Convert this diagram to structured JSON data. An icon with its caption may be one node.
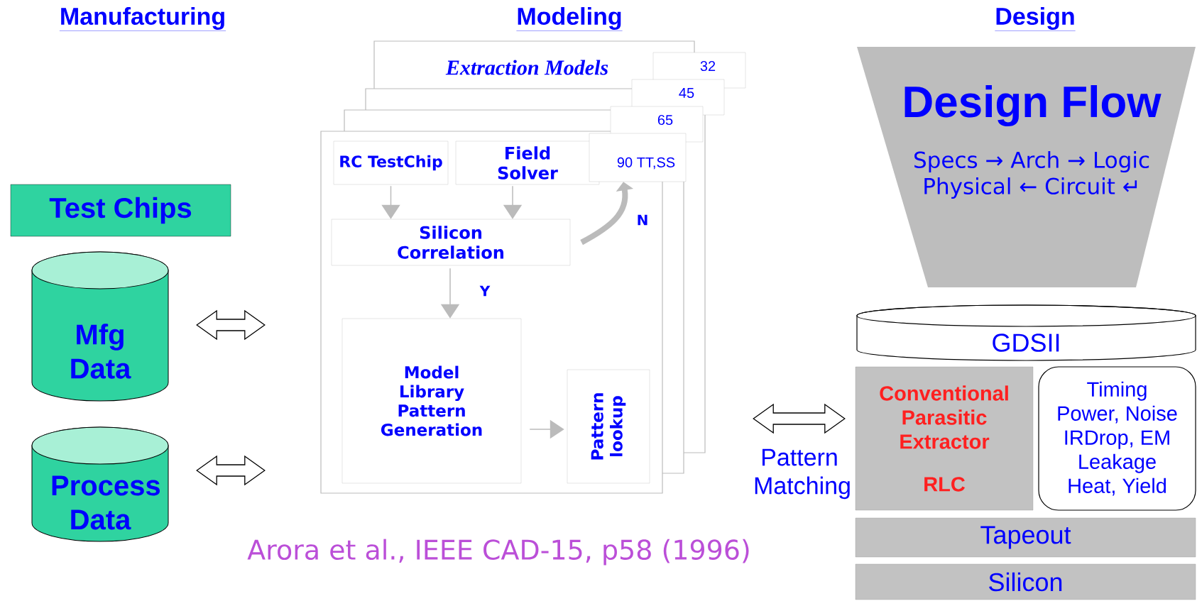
{
  "diagram": {
    "nodes": [
      {
        "text": [
          "Test Chips"
        ]
      },
      {
        "text": [
          "Mfg Data"
        ]
      },
      {
        "text": [
          "Process Data"
        ]
      },
      {
        "text": [
          "Extraction Models"
        ]
      },
      {
        "text": [
          "RC TestChip"
        ],
        "in": 3
      },
      {
        "text": [
          "Field Solver"
        ],
        "in": 3
      },
      {
        "text": [
          "32"
        ]
      },
      {
        "text": [
          "45"
        ]
      },
      {
        "text": [
          "65"
        ]
      },
      {
        "text": [
          "90 TT,SS"
        ],
        "in": 3
      },
      {
        "text": [
          "Silicon Correlation"
        ],
        "in": 3
      },
      {
        "text": [
          "Model Library Pattern Generation"
        ],
        "in": 3
      },
      {
        "text": [
          "Pattern lookup"
        ],
        "in": 3
      },
      {
        "text": [
          "Design Flow",
          "Specs → Arch → Logic Physical ← Circuit ↵"
        ]
      },
      {
        "text": [
          "GDSII"
        ]
      },
      {
        "text": [
          "Conventional Parasitic Extractor",
          "RLC"
        ]
      },
      {
        "text": [
          "Timing",
          "Power, Noise",
          "IRDrop, EM",
          "Leakage",
          "Heat, Yield"
        ]
      },
      {
        "text": [
          "Tapeout"
        ]
      },
      {
        "text": [
          "Silicon"
        ]
      }
    ],
    "edges": [
      {
        "from": 4,
        "to": 10,
        "arrow": "to"
      },
      {
        "from": 5,
        "to": 10,
        "arrow": "to"
      },
      {
        "from": 10,
        "to": 9,
        "arrow": "to",
        "label": "N",
        "style": "thick"
      },
      {
        "from": 10,
        "to": 11,
        "arrow": "to",
        "label": "Y"
      },
      {
        "from": 11,
        "to": 12,
        "arrow": "to"
      },
      {
        "from": 1,
        "to": 3,
        "arrow": "both",
        "color": "#000000"
      },
      {
        "from": 2,
        "to": 3,
        "arrow": "both",
        "color": "#000000"
      },
      {
        "from": 3,
        "to": 15,
        "arrow": "both",
        "color": "#000000",
        "label": "Pattern Matching"
      }
    ],
    "labels": [
      "Manufacturing",
      "Modeling",
      "Design",
      "Arora et al., IEEE  CAD-15, p58 (1996)"
    ]
  }
}
